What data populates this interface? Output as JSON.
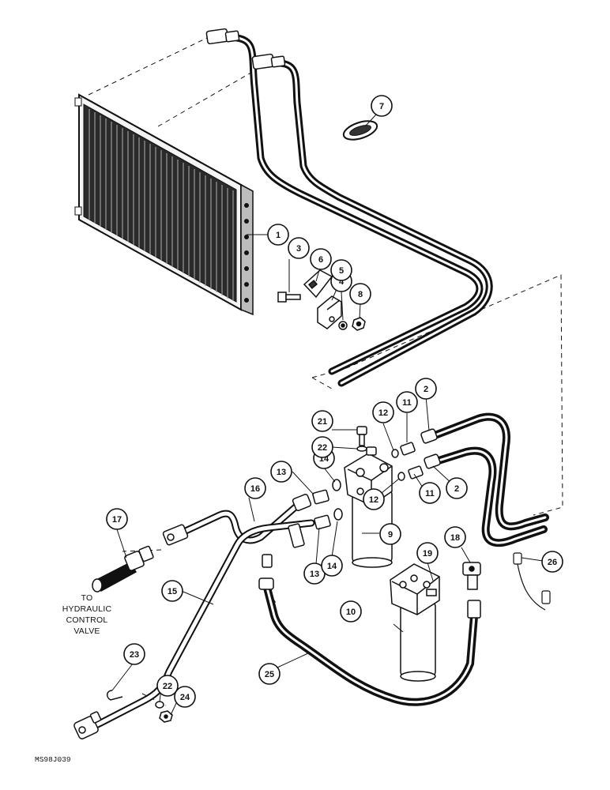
{
  "callouts": [
    {
      "id": "c1",
      "label": "1"
    },
    {
      "id": "c2a",
      "label": "2"
    },
    {
      "id": "c2b",
      "label": "2"
    },
    {
      "id": "c3",
      "label": "3"
    },
    {
      "id": "c4",
      "label": "4"
    },
    {
      "id": "c5",
      "label": "5"
    },
    {
      "id": "c6",
      "label": "6"
    },
    {
      "id": "c7",
      "label": "7"
    },
    {
      "id": "c8",
      "label": "8"
    },
    {
      "id": "c9",
      "label": "9"
    },
    {
      "id": "c10",
      "label": "10"
    },
    {
      "id": "c11a",
      "label": "11"
    },
    {
      "id": "c11b",
      "label": "11"
    },
    {
      "id": "c12a",
      "label": "12"
    },
    {
      "id": "c12b",
      "label": "12"
    },
    {
      "id": "c13a",
      "label": "13"
    },
    {
      "id": "c13b",
      "label": "13"
    },
    {
      "id": "c14a",
      "label": "14"
    },
    {
      "id": "c14b",
      "label": "14"
    },
    {
      "id": "c15",
      "label": "15"
    },
    {
      "id": "c16",
      "label": "16"
    },
    {
      "id": "c17",
      "label": "17"
    },
    {
      "id": "c18",
      "label": "18"
    },
    {
      "id": "c19",
      "label": "19"
    },
    {
      "id": "c21",
      "label": "21"
    },
    {
      "id": "c22a",
      "label": "22"
    },
    {
      "id": "c22b",
      "label": "22"
    },
    {
      "id": "c23",
      "label": "23"
    },
    {
      "id": "c24",
      "label": "24"
    },
    {
      "id": "c25",
      "label": "25"
    },
    {
      "id": "c26",
      "label": "26"
    }
  ],
  "note": {
    "line1": "TO",
    "line2": "HYDRAULIC",
    "line3": "CONTROL",
    "line4": "VALVE"
  },
  "figure_code": "MS98J039"
}
